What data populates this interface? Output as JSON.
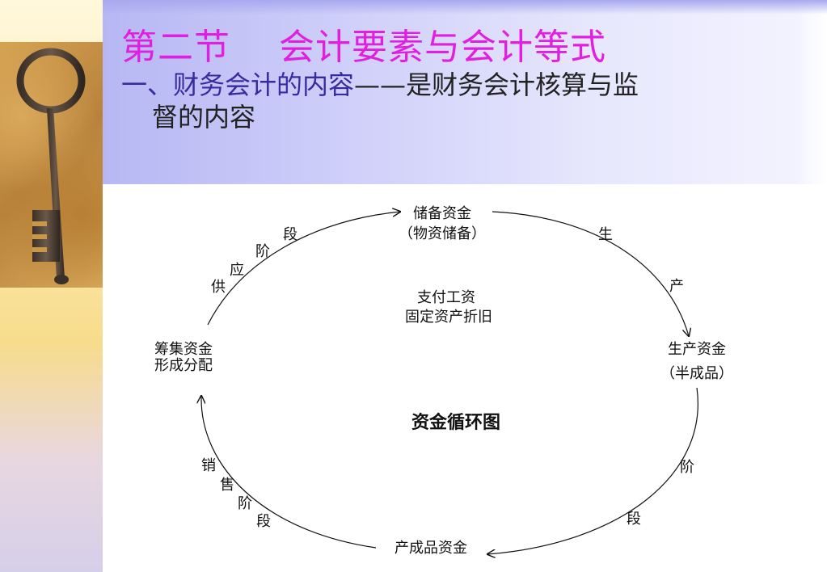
{
  "title": {
    "section": "第二节",
    "topic": "会计要素与会计等式"
  },
  "subtitle": {
    "lead": "一、财务会计的内容",
    "rest_line1": "——是财务会计核算与监",
    "rest_line2": "督的内容"
  },
  "diagram": {
    "caption": "资金循环图",
    "nodes": {
      "reserve_line1": "储备资金",
      "reserve_line2": "（物资储备）",
      "production_line1": "生产资金",
      "production_line2": "（半成品）",
      "finished": "产成品资金",
      "raising_line1": "筹集资金",
      "raising_line2": "形成分配"
    },
    "center_line1": "支付工资",
    "center_line2": "固定资产折旧",
    "stages": {
      "supply": [
        "供",
        "应",
        "阶",
        "段"
      ],
      "production": [
        "生",
        "产"
      ],
      "production_cont": [
        "阶",
        "段"
      ],
      "sales": [
        "销",
        "售",
        "阶",
        "段"
      ]
    }
  },
  "colors": {
    "title": "#e020e0",
    "subtitle_highlight": "#3a2aa0",
    "header_band": "#c8c8f7",
    "left_bar": "#f7dc8c"
  },
  "icons": {
    "decor_image": "antique-key"
  }
}
